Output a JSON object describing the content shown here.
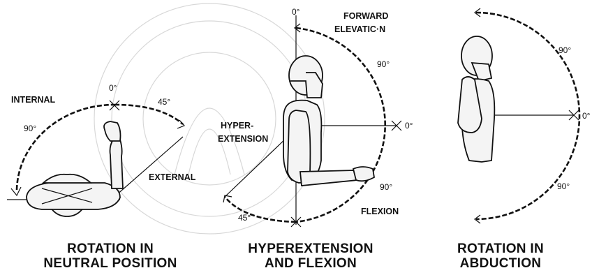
{
  "panel1": {
    "label_internal": "INTERNAL",
    "label_zero": "0°",
    "label_45": "45°",
    "label_90": "90°",
    "label_external": "EXTERNAL",
    "caption_line1": "ROTATION IN",
    "caption_line2": "NEUTRAL POSITION"
  },
  "panel2": {
    "label_zero_top": "0°",
    "label_forward": "FORWARD",
    "label_elevation": "ELEVATIC·N",
    "label_90_top": "90°",
    "label_hyper1": "HYPER-",
    "label_hyper2": "EXTENSION",
    "label_zero_right": "0°",
    "label_90_bottom": "90°",
    "label_45": "45°",
    "label_flexion": "FLEXION",
    "caption_line1": "HYPEREXTENSION",
    "caption_line2": "AND FLEXION"
  },
  "panel3": {
    "label_90_top": "90°",
    "label_zero": "0°",
    "label_90_bottom": "90°",
    "caption_line1": "ROTATION IN",
    "caption_line2": "ABDUCTION"
  }
}
